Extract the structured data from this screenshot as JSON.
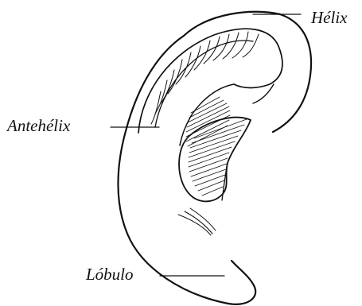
{
  "diagram": {
    "labels": {
      "helix": "Hélix",
      "antihelix": "Antehélix",
      "lobule": "Lóbulo"
    },
    "colors": {
      "line": "#111111",
      "background": "#ffffff"
    }
  }
}
